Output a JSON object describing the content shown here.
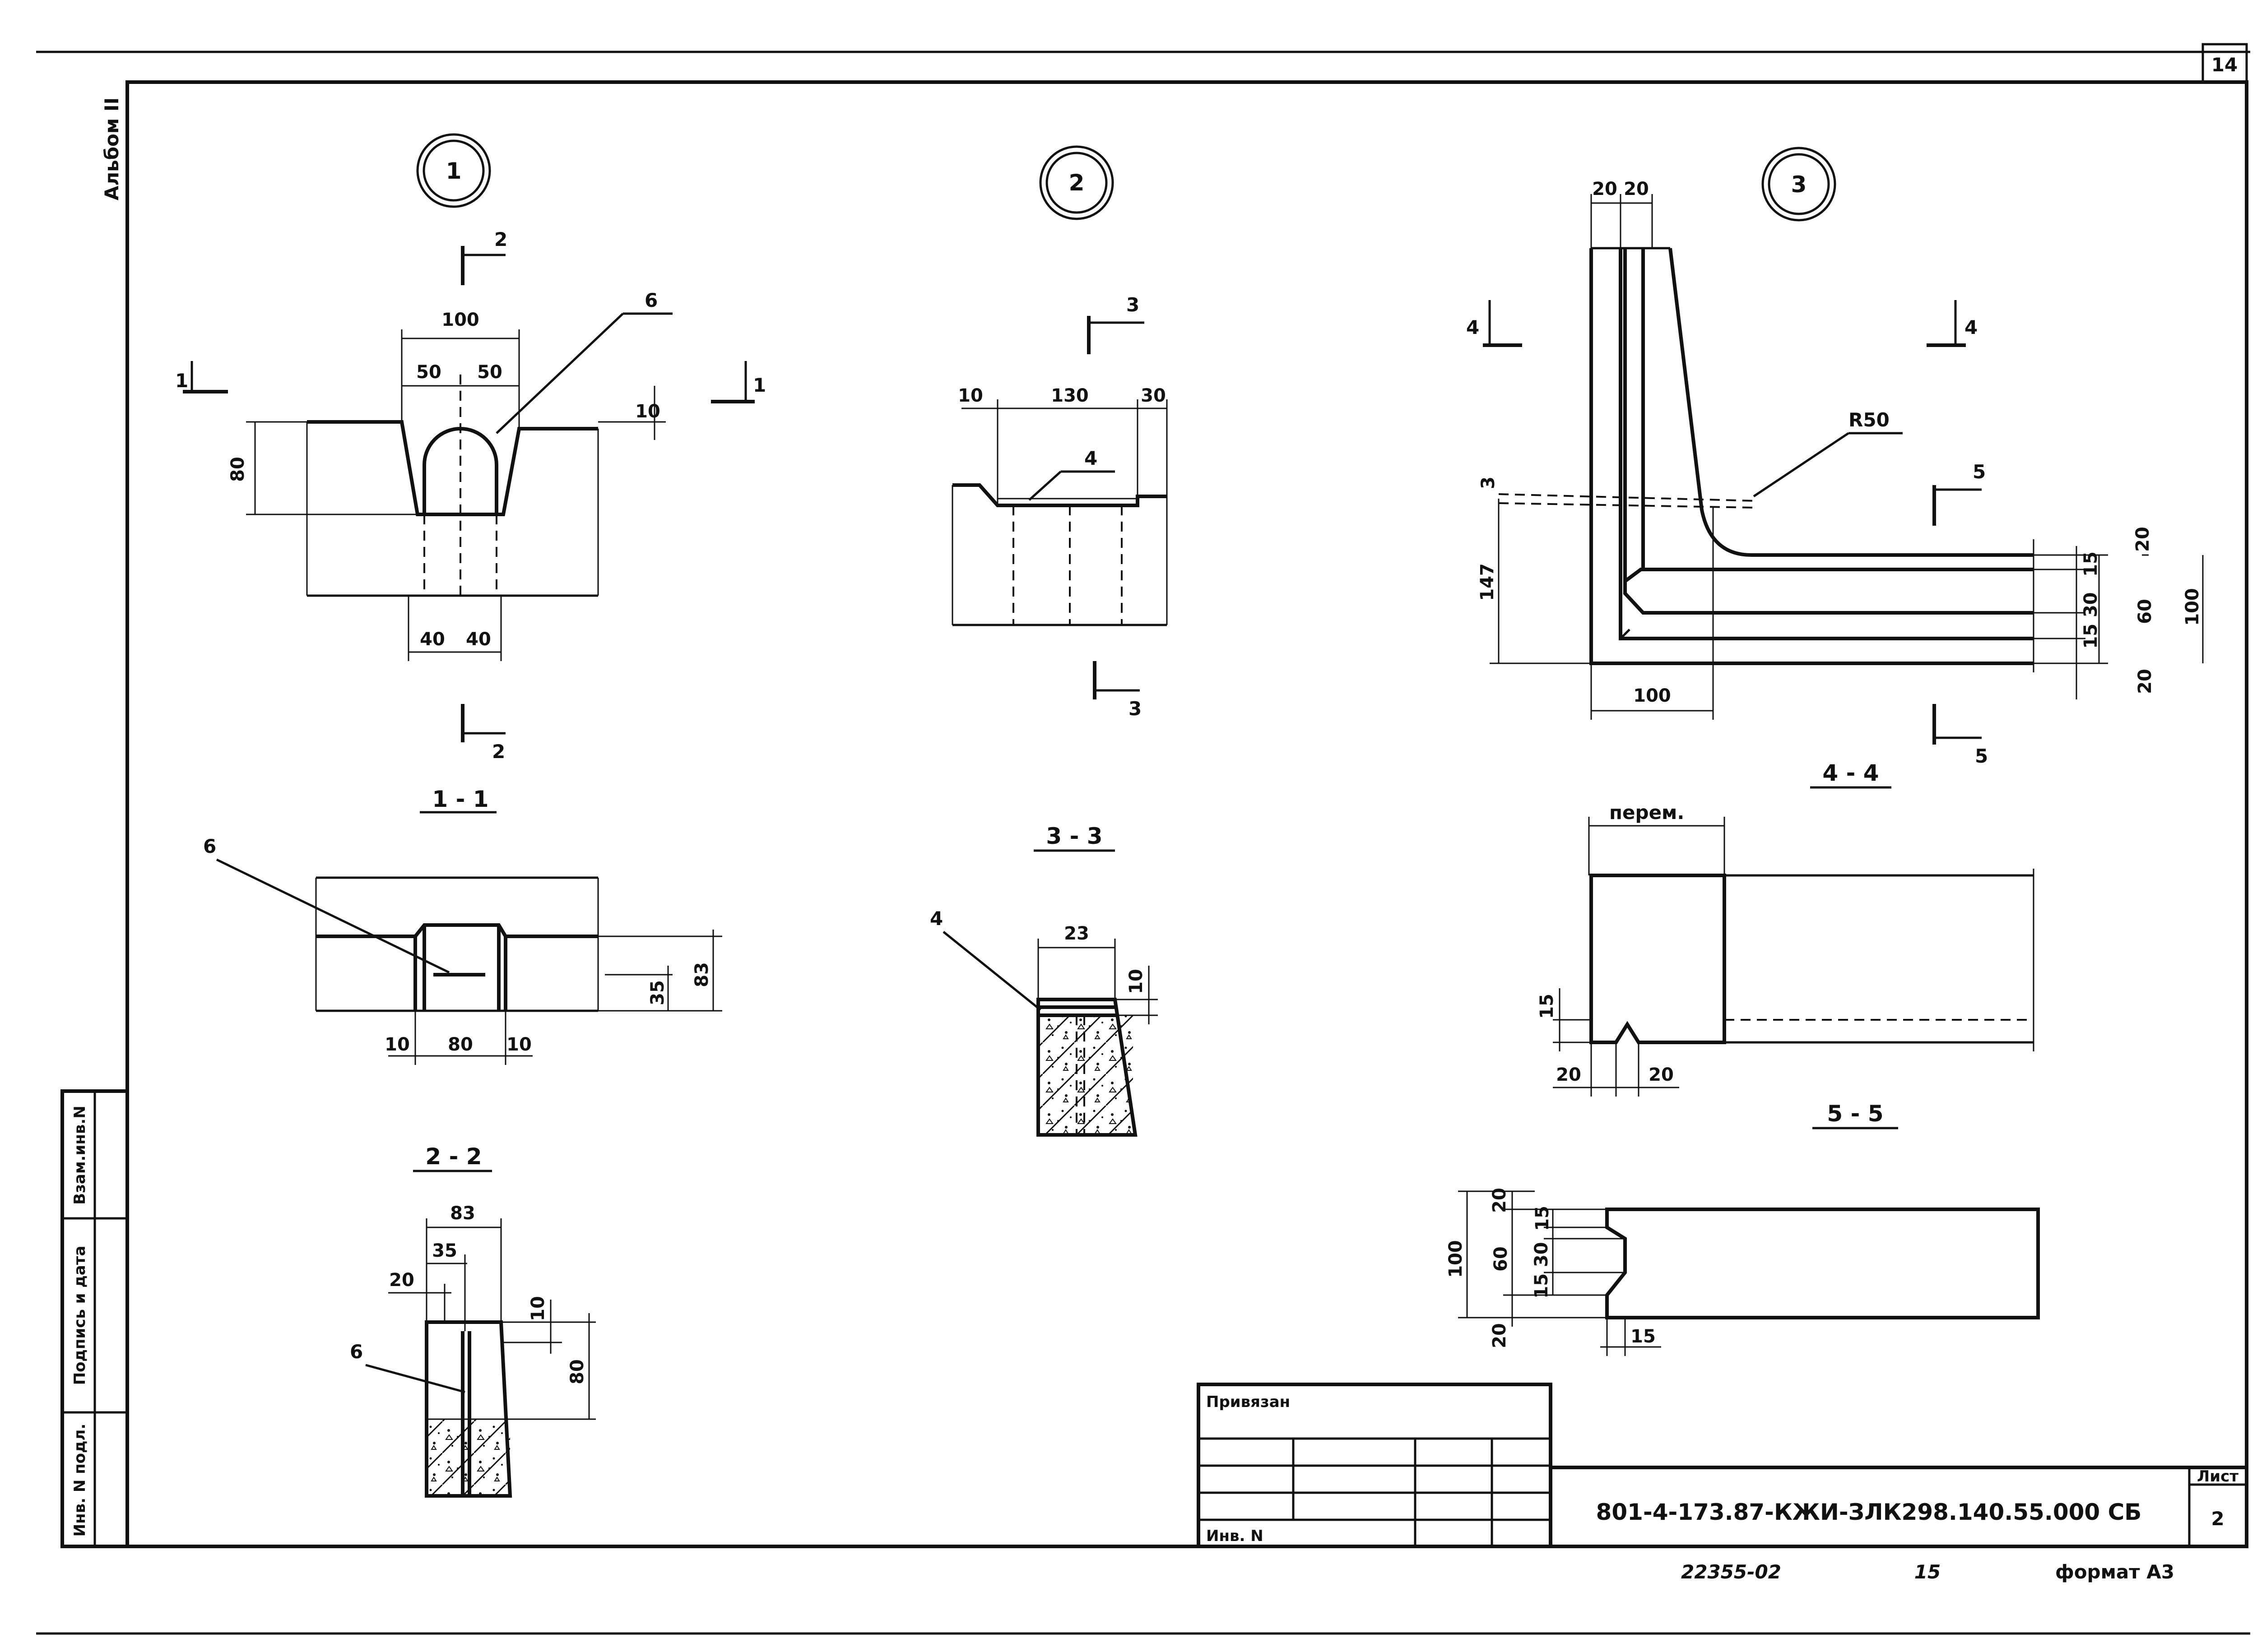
{
  "sheet": {
    "page_number": "14",
    "album_label": "Альбом II",
    "code": "801-4-173.87-КЖИ-ЗЛК298.140.55.000 СБ",
    "list_label": "Лист",
    "list_number": "2",
    "footer_number": "22355-02",
    "footer_sheet": "15",
    "format": "формат А3",
    "side_stamp": {
      "inv_podl": "Инв. N подл.",
      "podpis_data": "Подпись и дата",
      "vzam_inv": "Взам.инв.N"
    },
    "stamp": {
      "privyazan": "Привязан",
      "inv_n": "Инв. N"
    }
  },
  "details": {
    "d1": {
      "label": "1"
    },
    "d2": {
      "label": "2"
    },
    "d3": {
      "label": "3"
    }
  },
  "sections": {
    "s11": "1 - 1",
    "s22": "2 - 2",
    "s33": "3 - 3",
    "s44": "4 - 4",
    "s55": "5 - 5"
  },
  "cut_marks": {
    "c2": "2",
    "c1": "1",
    "c3": "3",
    "c4": "4",
    "c5": "5"
  },
  "callouts": {
    "n6": "6",
    "n4": "4",
    "r50": "R50",
    "perem": "перем."
  },
  "dims": {
    "d1_100": "100",
    "d1_50a": "50",
    "d1_50b": "50",
    "d1_80": "80",
    "d1_10": "10",
    "d1_40a": "40",
    "d1_40b": "40",
    "d2_10": "10",
    "d2_130": "130",
    "d2_30": "30",
    "d3_20a": "20",
    "d3_20b": "20",
    "d3_3": "3",
    "d3_147": "147",
    "d3_100": "100",
    "d3_r20a": "20",
    "d3_r15a": "15",
    "d3_r1530": "15 30",
    "d3_r60": "60",
    "d3_r100": "100",
    "d3_r20b": "20",
    "s11_10a": "10",
    "s11_80": "80",
    "s11_10b": "10",
    "s11_35": "35",
    "s11_83": "83",
    "s22_83": "83",
    "s22_35": "35",
    "s22_20": "20",
    "s22_10": "10",
    "s22_80": "80",
    "s33_23": "23",
    "s33_10": "10",
    "s44_15": "15",
    "s44_20a": "20",
    "s44_20b": "20",
    "s55_20a": "20",
    "s55_15a": "15",
    "s55_100": "100",
    "s55_60": "60",
    "s55_1530": "15 30",
    "s55_20b": "20",
    "s55_15b": "15"
  }
}
